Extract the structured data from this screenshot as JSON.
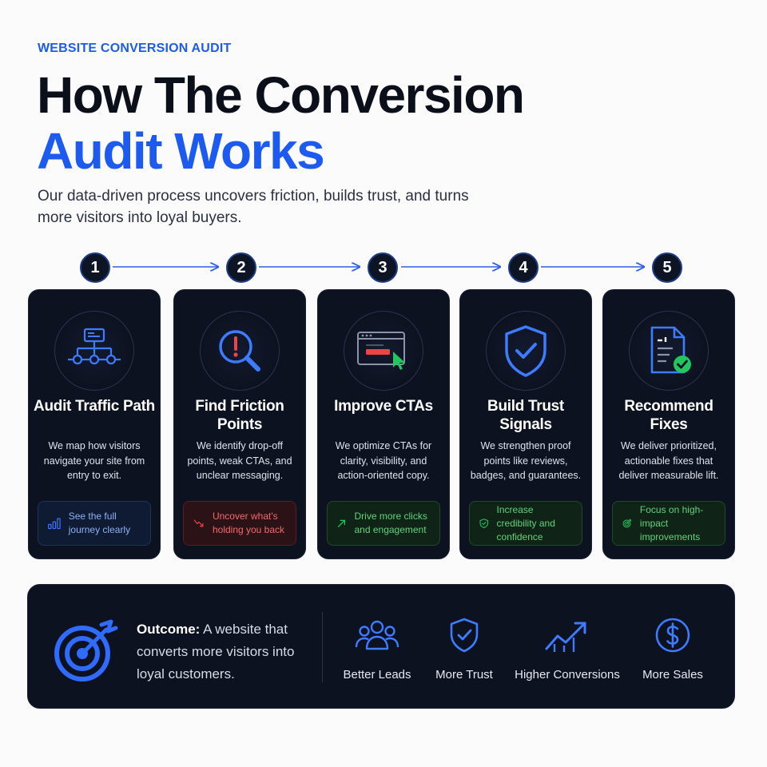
{
  "eyebrow": "WEBSITE CONVERSION AUDIT",
  "title": {
    "line1": "How The Conversion",
    "line2": "Audit Works"
  },
  "subtitle": "Our data-driven process uncovers friction, builds trust, and turns more visitors into loyal buyers.",
  "colors": {
    "accent": "#1d5bf0",
    "dark_card": "#0d1220",
    "red": "#ef4444",
    "green": "#22c55e"
  },
  "steps": [
    {
      "number": "1",
      "title": "Audit Traffic Path",
      "description": "We map how visitors navigate your site from entry to exit.",
      "chip": "See the full journey clearly",
      "icon": "sitemap-icon",
      "chip_icon": "bar-chart-icon",
      "chip_color": "blue"
    },
    {
      "number": "2",
      "title": "Find Friction Points",
      "description": "We identify drop-off points, weak CTAs, and unclear messaging.",
      "chip": "Uncover what's holding you back",
      "icon": "magnifier-alert-icon",
      "chip_icon": "trend-down-icon",
      "chip_color": "red"
    },
    {
      "number": "3",
      "title": "Improve CTAs",
      "description": "We optimize CTAs for clarity, visibility, and action-oriented copy.",
      "chip": "Drive more clicks and engagement",
      "icon": "browser-cursor-icon",
      "chip_icon": "arrow-up-right-icon",
      "chip_color": "green"
    },
    {
      "number": "4",
      "title": "Build Trust Signals",
      "description": "We strengthen proof points like reviews, badges, and guarantees.",
      "chip": "Increase credibility and confidence",
      "icon": "shield-check-icon",
      "chip_icon": "shield-check-small-icon",
      "chip_color": "green"
    },
    {
      "number": "5",
      "title": "Recommend Fixes",
      "description": "We deliver prioritized, actionable fixes that deliver measurable lift.",
      "chip": "Focus on high-impact improvements",
      "icon": "document-check-icon",
      "chip_icon": "target-small-icon",
      "chip_color": "green"
    }
  ],
  "outcome": {
    "label": "Outcome:",
    "text": "A website that converts more visitors into loyal customers.",
    "icon": "target-arrow-icon",
    "benefits": [
      {
        "label": "Better Leads",
        "icon": "users-icon"
      },
      {
        "label": "More Trust",
        "icon": "shield-check-icon"
      },
      {
        "label": "Higher Conversions",
        "icon": "trend-up-icon"
      },
      {
        "label": "More Sales",
        "icon": "dollar-circle-icon"
      }
    ]
  }
}
